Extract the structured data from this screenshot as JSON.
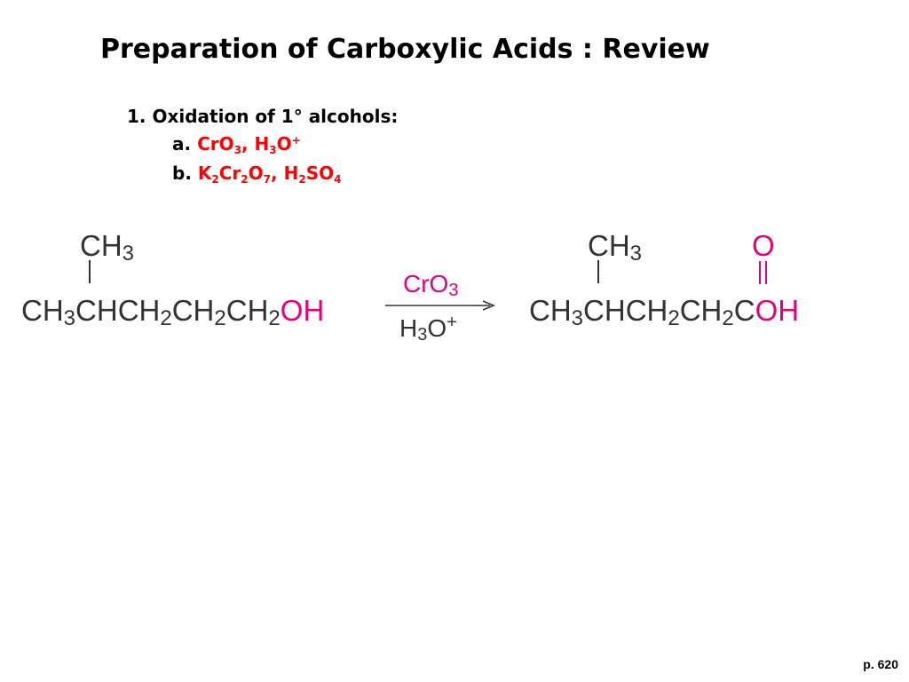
{
  "title": "Preparation of Carboxylic Acids : Review",
  "item1": "1. Oxidation of 1° alcohols:",
  "item_a_label": "a.",
  "item_a_reagent": "CrO₃, H₃O⁺",
  "item_b_label": "b.",
  "item_b_reagent": "K₂Cr₂O₇, H₂SO₄",
  "reaction": {
    "reactant_branch": "CH3",
    "reactant_chain": "CH3CHCH2CH2CH2OH",
    "reagent_top": "CrO3",
    "reagent_bottom": "H3O+",
    "product_branch": "CH3",
    "product_carbonyl_o": "O",
    "product_chain": "CH3CHCH2CH2COH"
  },
  "page_number": "p. 620",
  "colors": {
    "reagent_red": "#ff0000",
    "highlight_pink": "#e6007e",
    "structure_gray": "#333333"
  }
}
